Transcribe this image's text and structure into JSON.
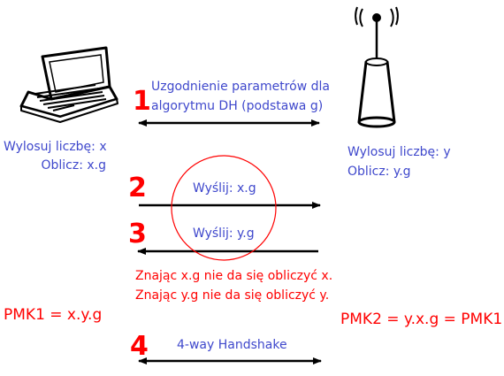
{
  "client": {
    "step1": "Wylosuj liczbę: x",
    "step2": "Oblicz: x.g",
    "key": "PMK1 = x.y.g"
  },
  "access_point": {
    "step1": "Wylosuj liczbę: y",
    "step2": "Oblicz: y.g",
    "key": "PMK2 = y.x.g = PMK1"
  },
  "steps": [
    {
      "number": "1",
      "label_line1": "Uzgodnienie parametrów dla",
      "label_line2": "algorytmu DH (podstawa g)",
      "direction": "both"
    },
    {
      "number": "2",
      "label": "Wyślij: x.g",
      "direction": "right"
    },
    {
      "number": "3",
      "label": "Wyślij: y.g",
      "direction": "left"
    },
    {
      "number": "4",
      "label": "4-way Handshake",
      "direction": "both"
    }
  ],
  "note": {
    "line1": "Znając x.g nie da się obliczyć x.",
    "line2": "Znając y.g nie da się obliczyć y."
  },
  "colors": {
    "text_blue": "#3f48cc",
    "accent_red": "#ff0000",
    "arrow": "#000000"
  },
  "icons": [
    "laptop-icon",
    "access-point-icon"
  ]
}
